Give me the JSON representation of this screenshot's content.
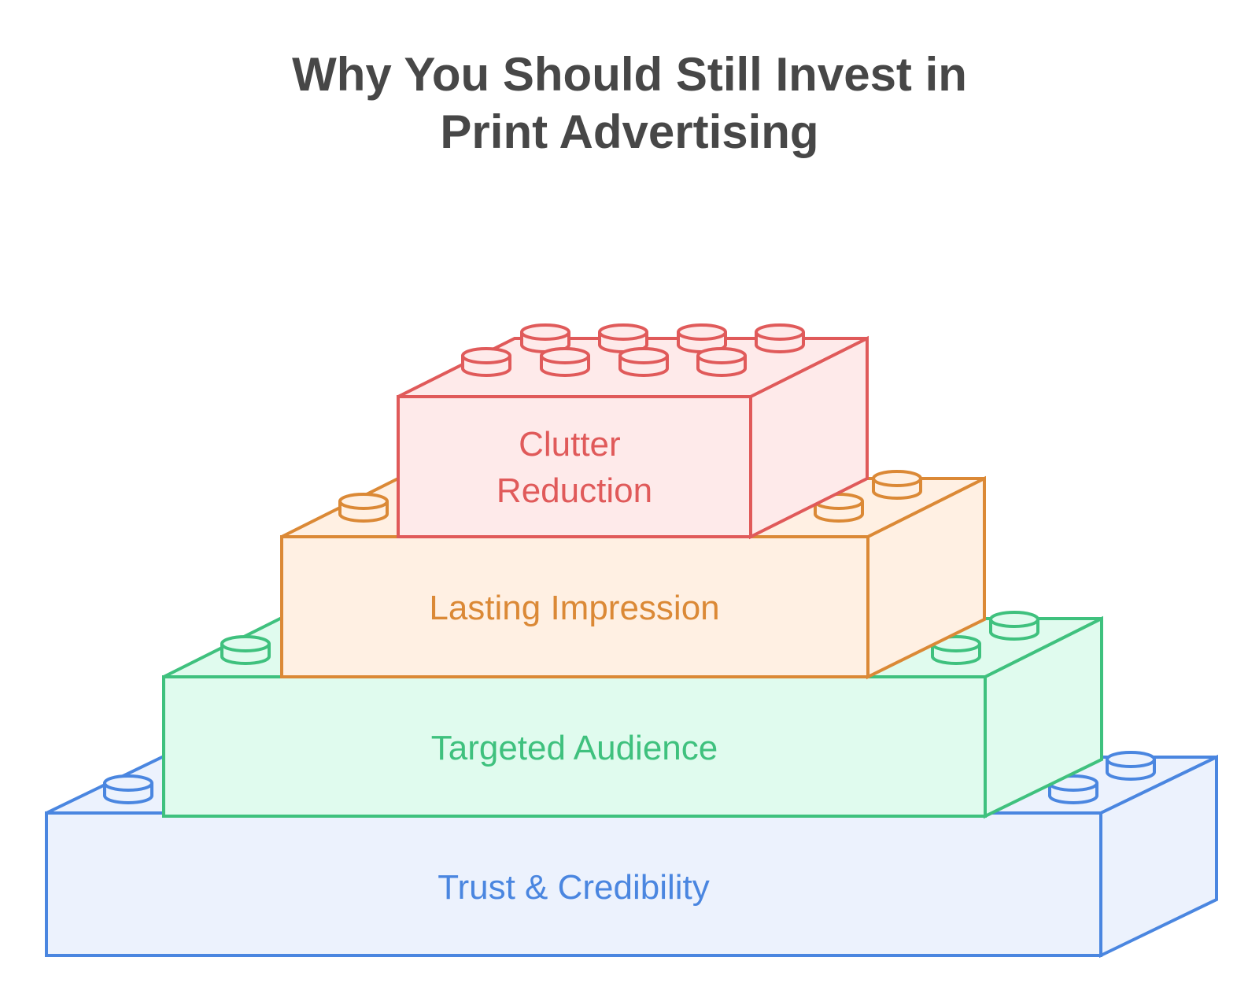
{
  "title": {
    "line1": "Why You Should Still Invest in",
    "line2": "Print Advertising"
  },
  "blocks": [
    {
      "id": "trust",
      "label_lines": [
        "Trust & Credibility"
      ],
      "stroke": "#4a86e0",
      "fill": "#ecf2fd",
      "text_color": "#4a86e0"
    },
    {
      "id": "targeted",
      "label_lines": [
        "Targeted Audience"
      ],
      "stroke": "#3fc17e",
      "fill": "#e0fbee",
      "text_color": "#3fc17e"
    },
    {
      "id": "lasting",
      "label_lines": [
        "Lasting Impression"
      ],
      "stroke": "#db8936",
      "fill": "#fff0e3",
      "text_color": "#db8936"
    },
    {
      "id": "clutter",
      "label_lines": [
        "Clutter",
        "Reduction"
      ],
      "stroke": "#e05a5a",
      "fill": "#feeaea",
      "text_color": "#e05a5a"
    }
  ]
}
